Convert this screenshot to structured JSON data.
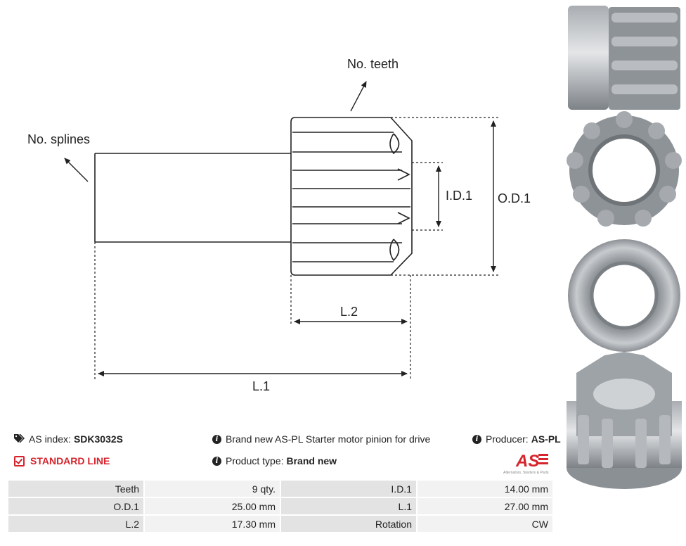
{
  "drawing": {
    "labels": {
      "teeth": "No. teeth",
      "splines": "No. splines",
      "id1": "I.D.1",
      "od1": "O.D.1",
      "l2": "L.2",
      "l1": "L.1"
    }
  },
  "info": {
    "index_label": "AS index:",
    "index_value": "SDK3032S",
    "standard_line": "STANDARD LINE",
    "description": "Brand new AS-PL Starter motor pinion for drive",
    "product_type_label": "Product type:",
    "product_type_value": "Brand new",
    "producer_label": "Producer:",
    "producer_value": "AS-PL"
  },
  "logo": {
    "mark": "AS",
    "tagline": "Alternators, Starters & Parts",
    "color": "#d6242d"
  },
  "specs": [
    [
      "Teeth",
      "9 qty.",
      "I.D.1",
      "14.00 mm"
    ],
    [
      "O.D.1",
      "25.00 mm",
      "L.1",
      "27.00 mm"
    ],
    [
      "L.2",
      "17.30 mm",
      "Rotation",
      "CW"
    ]
  ],
  "colors": {
    "accent": "#d6242d",
    "label_cell": "#e3e3e3",
    "value_cell": "#f2f2f2"
  }
}
